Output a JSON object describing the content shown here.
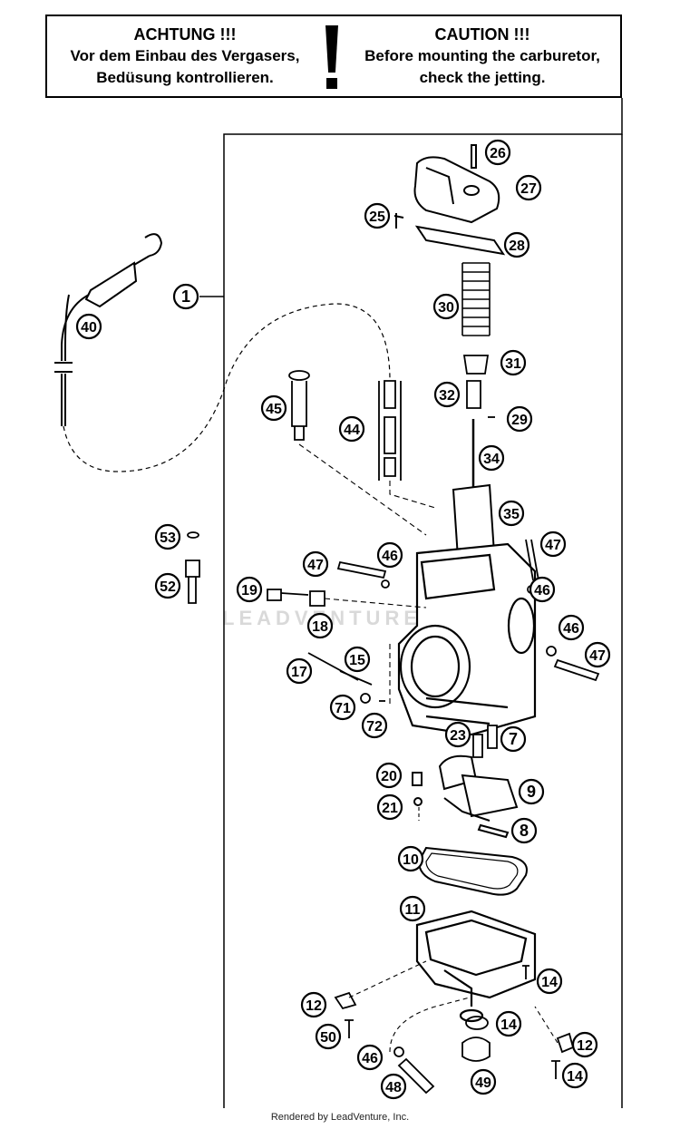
{
  "caution": {
    "de_title": "ACHTUNG !!!",
    "de_line1": "Vor dem Einbau des Vergasers,",
    "de_line2": "Bedüsung kontrollieren.",
    "en_title": "CAUTION !!!",
    "en_line1": "Before mounting the carburetor,",
    "en_line2": "check the jetting."
  },
  "watermark": "LEADVENTURE",
  "footer": "Rendered by LeadVenture, Inc.",
  "callouts": [
    "1",
    "40",
    "26",
    "27",
    "25",
    "28",
    "30",
    "31",
    "32",
    "29",
    "34",
    "45",
    "44",
    "35",
    "53",
    "52",
    "47",
    "46",
    "19",
    "18",
    "46",
    "47",
    "46",
    "47",
    "17",
    "15",
    "71",
    "72",
    "23",
    "7",
    "20",
    "9",
    "21",
    "8",
    "10",
    "11",
    "14",
    "12",
    "50",
    "14",
    "12",
    "46",
    "48",
    "49",
    "14"
  ]
}
